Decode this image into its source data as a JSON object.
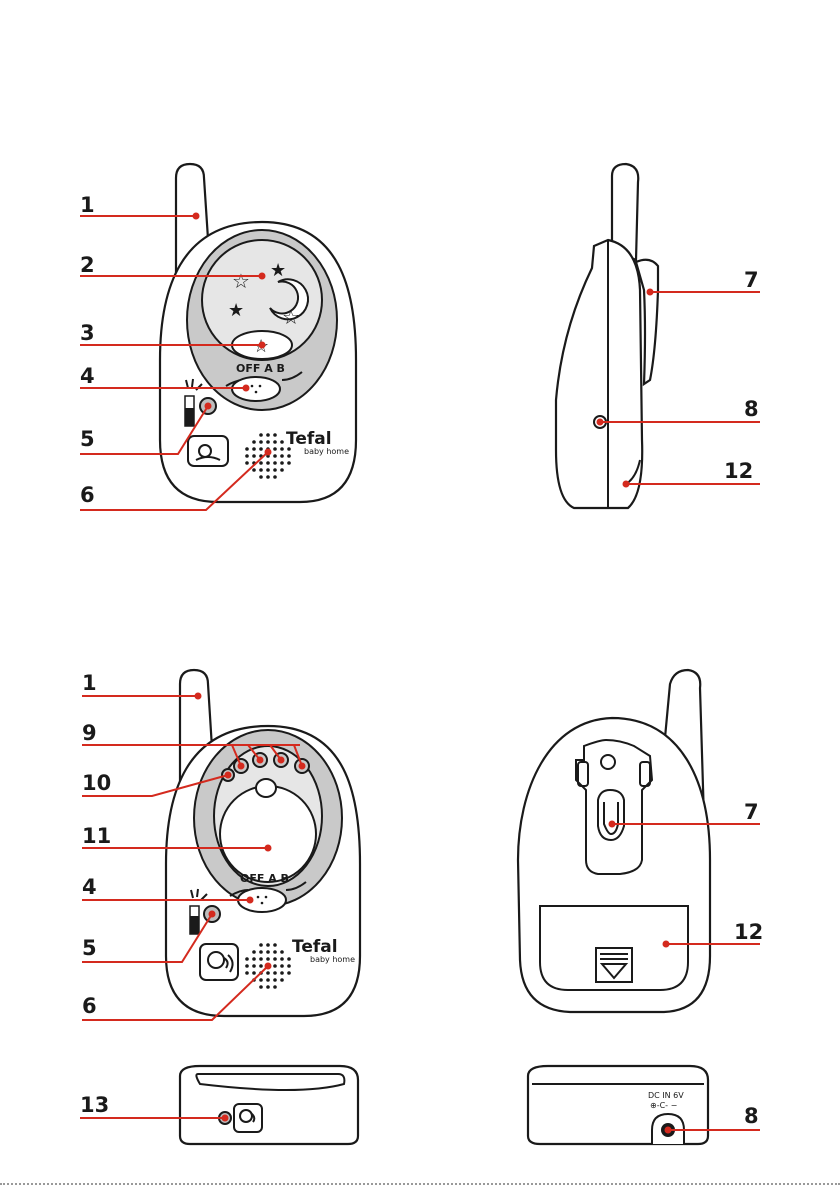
{
  "callouts": {
    "c1": "1",
    "c2": "2",
    "c3": "3",
    "c4": "4",
    "c5": "5",
    "c6": "6",
    "c7": "7",
    "c8": "8",
    "c9": "9",
    "c10": "10",
    "c11": "11",
    "c12": "12",
    "c13": "13"
  },
  "device": {
    "switch_positions": "OFF A B",
    "brand": "Tefal",
    "brand_sub": "baby home",
    "dc_in": "DC IN  6V",
    "dc_polarity": "⊕-C- −"
  },
  "colors": {
    "leader": "#d42a1e",
    "outline": "#1a1a1a",
    "panel_grey": "#c9c9c9"
  }
}
